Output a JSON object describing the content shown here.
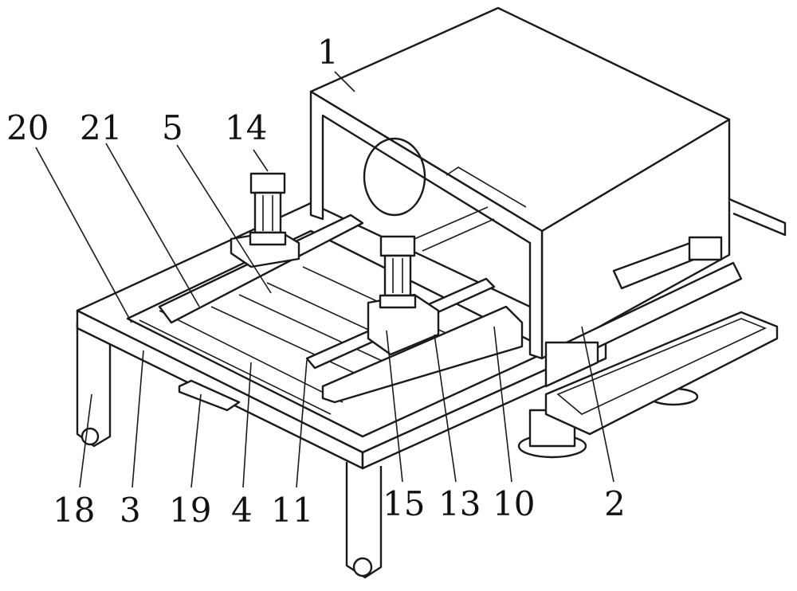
{
  "figure": {
    "labels": [
      {
        "id": "label-1",
        "text": "1"
      },
      {
        "id": "label-20",
        "text": "20"
      },
      {
        "id": "label-21",
        "text": "21"
      },
      {
        "id": "label-5",
        "text": "5"
      },
      {
        "id": "label-14",
        "text": "14"
      },
      {
        "id": "label-18",
        "text": "18"
      },
      {
        "id": "label-3",
        "text": "3"
      },
      {
        "id": "label-19",
        "text": "19"
      },
      {
        "id": "label-4",
        "text": "4"
      },
      {
        "id": "label-11",
        "text": "11"
      },
      {
        "id": "label-15",
        "text": "15"
      },
      {
        "id": "label-13",
        "text": "13"
      },
      {
        "id": "label-10",
        "text": "10"
      },
      {
        "id": "label-2",
        "text": "2"
      }
    ]
  }
}
